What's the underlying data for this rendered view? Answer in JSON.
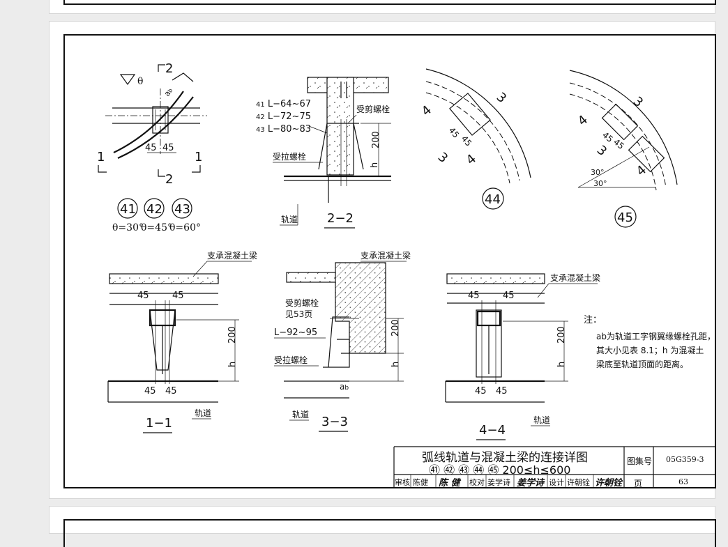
{
  "sheet": {
    "title_line1": "弧线轨道与混凝土梁的连接详图",
    "title_line2": "㊶ ㊷ ㊸ ㊹ ㊺ 200≤h≤600",
    "atlas_label": "图集号",
    "atlas_no": "05G359-3",
    "page_label": "页",
    "page_no": "63",
    "sign_row": {
      "review_label": "审核",
      "review_name": "陈健",
      "review_sig": "陈 健",
      "check_label": "校对",
      "check_name": "姜学诗",
      "check_sig": "姜学诗",
      "design_label": "设计",
      "design_name": "许朝铨",
      "design_sig": "许朝铨"
    }
  },
  "drawing": {
    "detail_ids": {
      "d41": "41",
      "d42": "42",
      "d43": "43",
      "d44": "44",
      "d45": "45"
    },
    "angles": {
      "a41": "θ=30°",
      "a42": "θ=45°",
      "a43": "θ=60°"
    },
    "theta": "θ",
    "angle_30": "30°",
    "section_marks": {
      "s1": "1",
      "s2": "2",
      "s3": "3",
      "s4": "4"
    },
    "angle_list": {
      "l41": "L−64~67",
      "l42": "L−72~75",
      "l43": "L−80~83",
      "l33": "L−92~95"
    },
    "labels": {
      "shear_bolt": "受剪螺栓",
      "tension_bolt": "受拉螺栓",
      "rail": "轨道",
      "support_beam": "支承混凝土梁",
      "see_page": "见53页"
    },
    "dims": {
      "d45": "45",
      "d200": "200",
      "h": "h",
      "ab": "a",
      "ab_sub": "b"
    },
    "section_titles": {
      "t11": "1−1",
      "t22": "2−2",
      "t33": "3−3",
      "t44": "4−4"
    },
    "note": {
      "heading": "注：",
      "line1": "ab为轨道工字钢翼缘螺栓孔距，",
      "line2": "其大小见表 8.1；h 为混凝土",
      "line3": "梁底至轨道顶面的距离。"
    }
  }
}
